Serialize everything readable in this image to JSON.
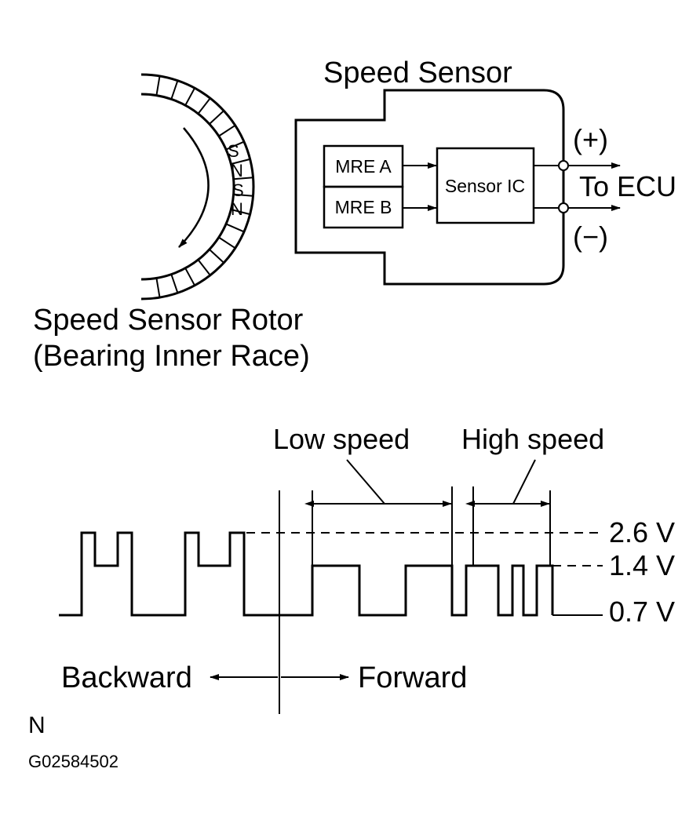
{
  "sensor": {
    "title": "Speed Sensor",
    "mre_a": "MRE A",
    "mre_b": "MRE B",
    "ic": "Sensor IC",
    "plus": "(+)",
    "minus": "(−)",
    "to_ecu": "To ECU"
  },
  "rotor": {
    "caption_line1": "Speed Sensor Rotor",
    "caption_line2": "(Bearing Inner Race)",
    "poles": [
      "S",
      "N",
      "S",
      "N"
    ]
  },
  "waveform": {
    "low_speed": "Low speed",
    "high_speed": "High speed",
    "levels": [
      {
        "label": "2.6 V",
        "volts": 2.6
      },
      {
        "label": "1.4 V",
        "volts": 1.4
      },
      {
        "label": "0.7 V",
        "volts": 0.7
      }
    ],
    "backward": "Backward",
    "forward": "Forward"
  },
  "footer": {
    "north": "N",
    "figure_id": "G02584502"
  }
}
